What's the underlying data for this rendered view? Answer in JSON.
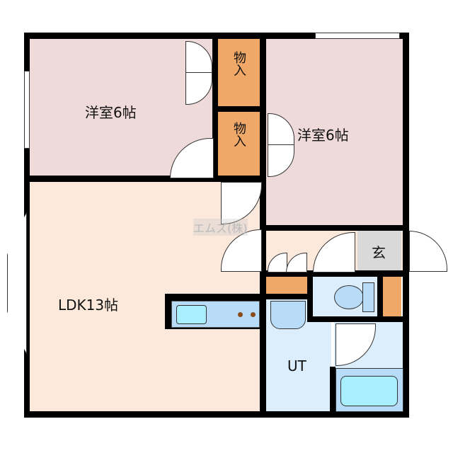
{
  "rooms": {
    "western_room_left": "洋室6帖",
    "western_room_right": "洋室6帖",
    "closet_top": "物入",
    "closet_middle": "物入",
    "ldk": "LDK13帖",
    "entrance": "玄",
    "utility": "UT"
  },
  "watermark": "エムズ(株)",
  "colors": {
    "western": "#efdada",
    "ldk": "#fce9dc",
    "closet": "#f0a868",
    "wet": "#dcedfc",
    "entrance": "#d9d9d9",
    "fixture": "#b8dcf8"
  }
}
